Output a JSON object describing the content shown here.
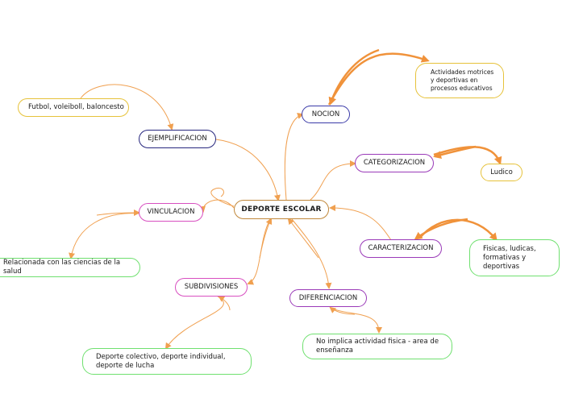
{
  "diagram": {
    "central": {
      "text": "DEPORTE ESCOLAR"
    },
    "nodes": {
      "nocion": "NOCION",
      "nocion_def": "Actividades motrices y deportivas en procesos educativos",
      "categorizacion": "CATEGORIZACION",
      "ludico": "Ludico",
      "caracterizacion": "CARACTERIZACION",
      "caracterizacion_def": "Fisicas, ludicas, formativas y deportivas",
      "diferenciacion": "DIFERENCIACION",
      "diferenciacion_def": "No implica actividad fisica    - area de enseñanza",
      "subdivisiones": "SUBDIVISIONES",
      "subdivisiones_def": "Deporte colectivo, deporte individual, deporte de lucha",
      "vinculacion": "VINCULACION",
      "vinculacion_def": "Relacionada con las ciencias de la salud",
      "ejemplificacion": "EJEMPLIFICACION",
      "ejemplificacion_def": "Futbol, voleiboll, baloncesto"
    },
    "colors": {
      "central_border": "#c0873a",
      "connector": "#f0a050",
      "connector_strong": "#f0923a",
      "nocion": "#3a3aa8",
      "categorizacion": "#9a3ab8",
      "caracterizacion": "#9a3ab8",
      "diferenciacion": "#9a3ab8",
      "subdivisiones": "#d84fc0",
      "vinculacion": "#d84fc0",
      "ejemplificacion": "#27277e",
      "yellow": "#e6c23a",
      "green": "#6fe06f"
    }
  }
}
